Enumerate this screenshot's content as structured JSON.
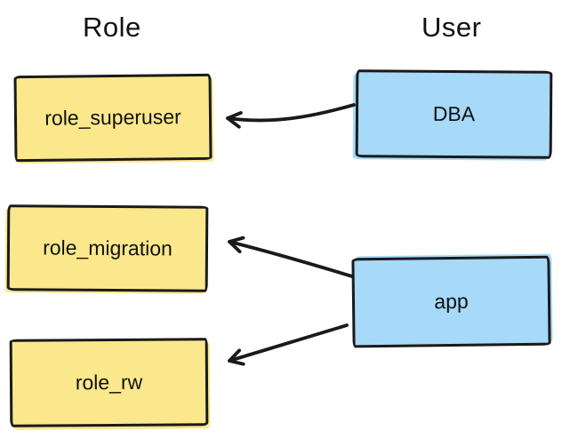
{
  "diagram": {
    "headers": {
      "left": "Role",
      "right": "User"
    },
    "roles": [
      {
        "label": "role_superuser"
      },
      {
        "label": "role_migration"
      },
      {
        "label": "role_rw"
      }
    ],
    "users": [
      {
        "label": "DBA"
      },
      {
        "label": "app"
      }
    ],
    "edges": [
      {
        "from": "DBA",
        "to": "role_superuser"
      },
      {
        "from": "app",
        "to": "role_migration"
      },
      {
        "from": "app",
        "to": "role_rw"
      }
    ],
    "colors": {
      "role_fill": "#fbe88c",
      "user_fill": "#a7d9f8",
      "stroke": "#1a1a1a",
      "background": "#ffffff"
    }
  }
}
